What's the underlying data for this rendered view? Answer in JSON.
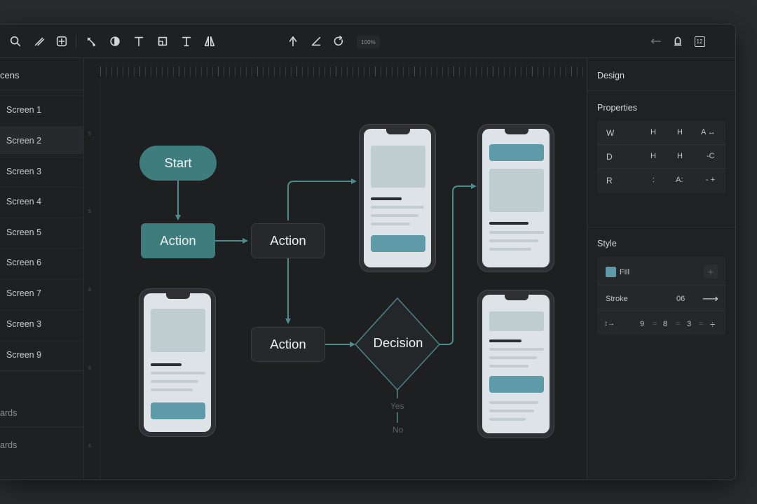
{
  "toolbar": {
    "left_tools": [
      "search-icon",
      "pen-icon",
      "add-frame-icon",
      "brush-icon",
      "contrast-icon",
      "text-icon",
      "crop-icon",
      "text-alt-icon",
      "spacing-icon"
    ],
    "center_tools": [
      "pointer-icon",
      "line-icon",
      "rotate-icon"
    ],
    "zoom": "100%",
    "right_tools": [
      "arrow-icon",
      "bell-icon"
    ],
    "badge": "12"
  },
  "sidebar": {
    "title": "cens",
    "items": [
      {
        "label": "Screen 1"
      },
      {
        "label": "Screen 2"
      },
      {
        "label": "Screen 3"
      },
      {
        "label": "Screen 4"
      },
      {
        "label": "Screen 5"
      },
      {
        "label": "Screen 6"
      },
      {
        "label": "Screen 7"
      },
      {
        "label": "Screen 3"
      },
      {
        "label": "Screen 9"
      }
    ],
    "footer_1": "ards",
    "footer_2": "ards"
  },
  "canvas": {
    "ruler_left_labels": [
      "5",
      "5",
      "8",
      "6",
      "6"
    ],
    "flow": {
      "start": "Start",
      "action_1": "Action",
      "action_2": "Action",
      "action_3": "Action",
      "decision": "Decision",
      "yes": "Yes",
      "no": "No"
    }
  },
  "inspector": {
    "design_title": "Design",
    "properties_title": "Properties",
    "props": [
      {
        "label": "W",
        "a": "H",
        "b": "H",
        "c": "A ↔"
      },
      {
        "label": "D",
        "a": "H",
        "b": "H",
        "c": "-C"
      },
      {
        "label": "R",
        "a": ":",
        "b": "A:",
        "c": "- +"
      }
    ],
    "style_title": "Style",
    "style": {
      "fill_label": "Fill",
      "fill_color": "#5e9aa7",
      "plus": "+",
      "stroke_label": "Stroke",
      "stroke_value": "06",
      "stroke_arrow": "⟶",
      "spacing_icon": "↕→",
      "v1": "9",
      "eq1": "=",
      "v2": "8",
      "eq2": "=",
      "v3": "3",
      "eq3": "=",
      "last": "÷"
    }
  },
  "colors": {
    "accent": "#3e7d7d",
    "connector": "#4d8c8f",
    "canvas": "#1e1f21",
    "button_teal": "#5e9aa7"
  }
}
